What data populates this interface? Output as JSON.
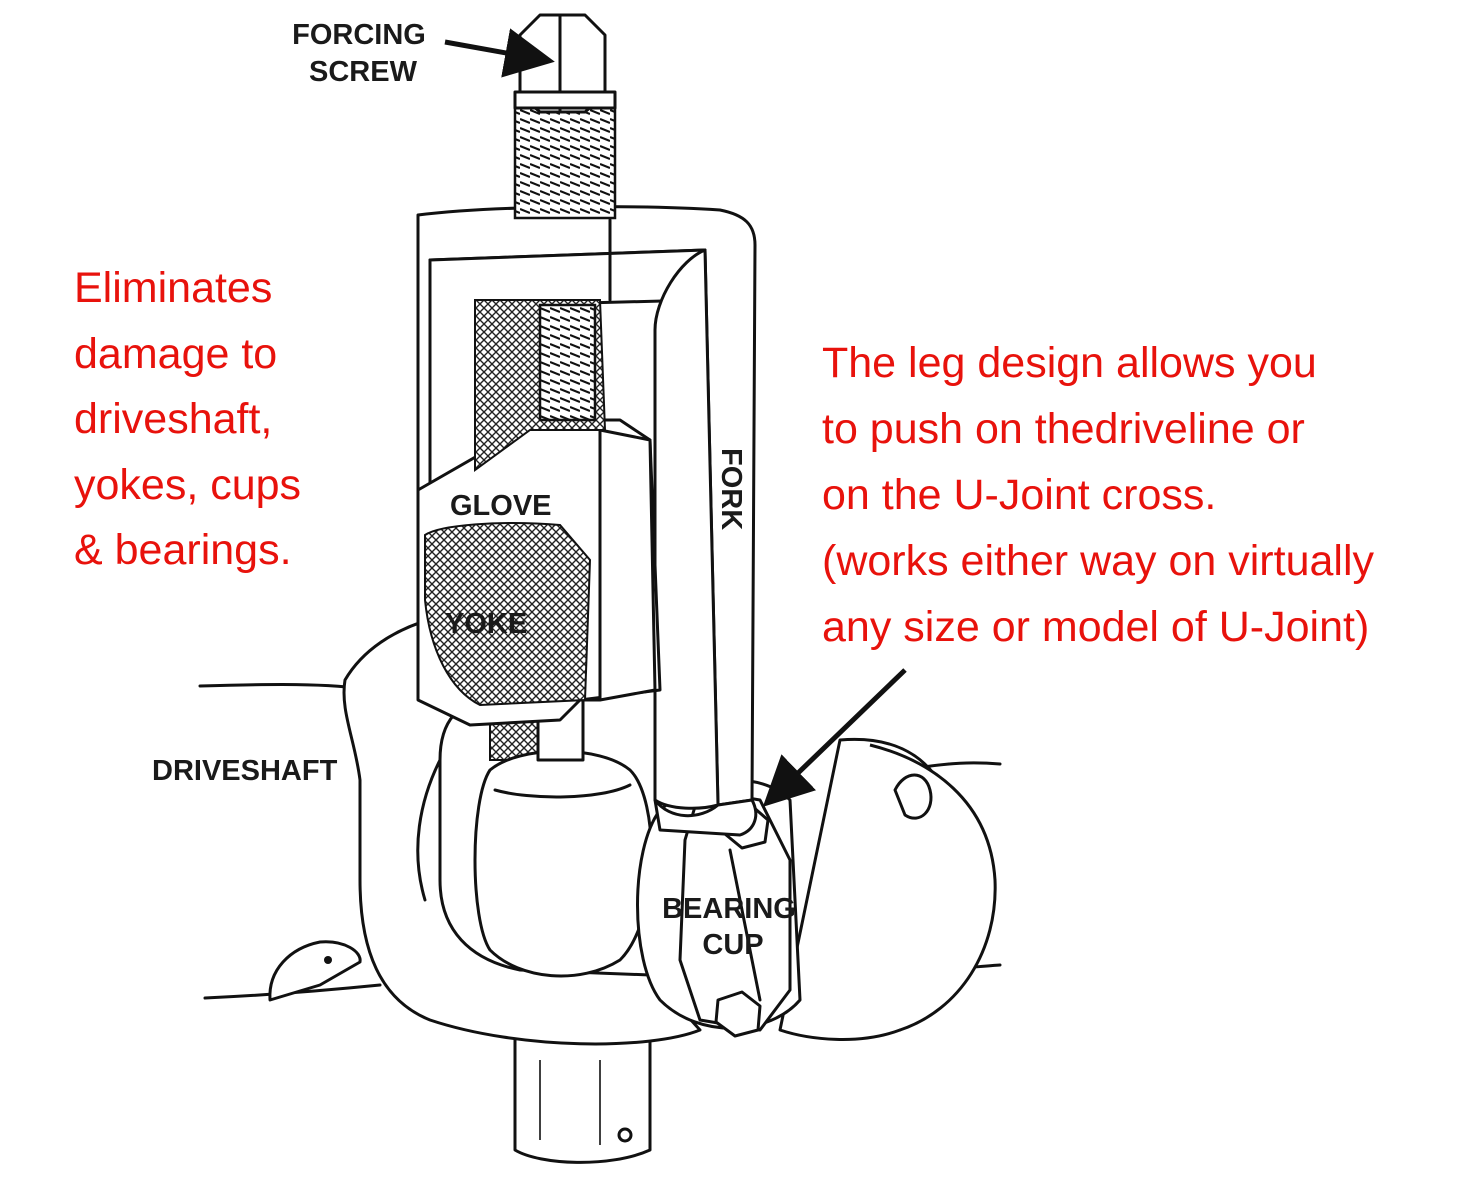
{
  "labels": {
    "forcing_screw": [
      "FORCING",
      "SCREW"
    ],
    "glove": "GLOVE",
    "yoke": "YOKE",
    "fork": "FORK",
    "driveshaft": "DRIVESHAFT",
    "bearing_cup": [
      "BEARING",
      "CUP"
    ]
  },
  "callouts": {
    "left": [
      "Eliminates",
      "damage to",
      "driveshaft,",
      "yokes, cups",
      "& bearings."
    ],
    "right": [
      "The leg design allows you",
      "to push on thedriveline  or",
      "on  the  U-Joint  cross.",
      "(works either way on virtually",
      "any size or model of U-Joint)"
    ]
  },
  "colors": {
    "callout_text": "#e8120c",
    "line_art": "#111111",
    "label_text": "#1a1a1a",
    "background": "#ffffff"
  }
}
